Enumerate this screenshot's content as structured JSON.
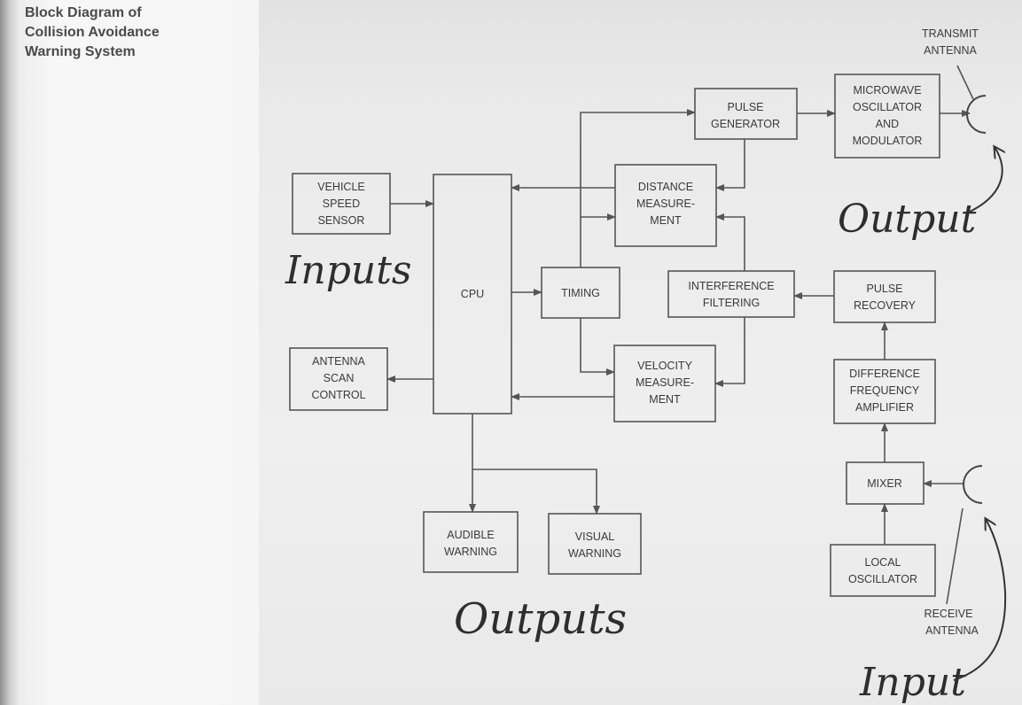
{
  "caption": {
    "line1": "Block Diagram of",
    "line2": "Collision Avoidance",
    "line3": "Warning System"
  },
  "blocks": {
    "vehicle_speed_sensor": [
      "VEHICLE",
      "SPEED",
      "SENSOR"
    ],
    "antenna_scan_control": [
      "ANTENNA",
      "SCAN",
      "CONTROL"
    ],
    "cpu": [
      "CPU"
    ],
    "timing": [
      "TIMING"
    ],
    "pulse_generator": [
      "PULSE",
      "GENERATOR"
    ],
    "distance_measurement": [
      "DISTANCE",
      "MEASURE-",
      "MENT"
    ],
    "velocity_measurement": [
      "VELOCITY",
      "MEASURE-",
      "MENT"
    ],
    "interference_filtering": [
      "INTERFERENCE",
      "FILTERING"
    ],
    "microwave_oscillator": [
      "MICROWAVE",
      "OSCILLATOR",
      "AND",
      "MODULATOR"
    ],
    "pulse_recovery": [
      "PULSE",
      "RECOVERY"
    ],
    "difference_frequency_amplifier": [
      "DIFFERENCE",
      "FREQUENCY",
      "AMPLIFIER"
    ],
    "mixer": [
      "MIXER"
    ],
    "local_oscillator": [
      "LOCAL",
      "OSCILLATOR"
    ],
    "audible_warning": [
      "AUDIBLE",
      "WARNING"
    ],
    "visual_warning": [
      "VISUAL",
      "WARNING"
    ]
  },
  "antennas": {
    "transmit": [
      "TRANSMIT",
      "ANTENNA"
    ],
    "receive": [
      "RECEIVE",
      "ANTENNA"
    ]
  },
  "handwritten": {
    "inputs": "Inputs",
    "output": "Output",
    "outputs": "Outputs",
    "input": "Input"
  }
}
